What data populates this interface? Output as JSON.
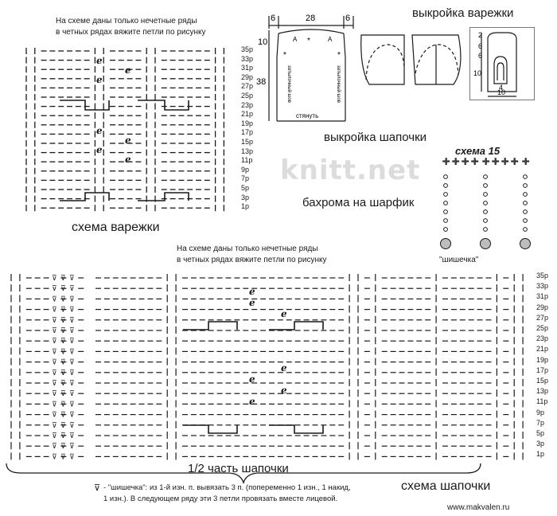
{
  "mitten_chart": {
    "note_line1": "На схеме даны только нечетные ряды",
    "note_line2": "в четных рядах вяжите петли по рисунку",
    "title": "схема варежки",
    "row_labels": [
      "35р",
      "33р",
      "31р",
      "29р",
      "27р",
      "25р",
      "23р",
      "21р",
      "19р",
      "17р",
      "15р",
      "13р",
      "11р",
      "9р",
      "7р",
      "5р",
      "3р",
      "1р"
    ]
  },
  "mitten_pattern": {
    "title": "выкройка варежки",
    "dims": {
      "top": "2",
      "a": "6",
      "b": "6",
      "c": "10",
      "thumb": "4",
      "width": "10"
    }
  },
  "hat_pattern": {
    "title": "выкройка шапочки",
    "dims": {
      "left": "6",
      "mid": "28",
      "right": "6",
      "top_h": "10",
      "height": "38"
    },
    "label_a": "А",
    "label_pull": "стянуть",
    "side_text": "затылочный шов"
  },
  "watermark": "knitt.net",
  "fringe": {
    "title": "бахрома на шарфик",
    "scheme_label": "схема 15",
    "bobble_label": "\"шишечка\""
  },
  "hat_chart": {
    "note_line1": "На схеме даны только нечетные ряды",
    "note_line2": "в четных рядах вяжите петли по рисунку",
    "half_label": "1/2 часть шапочки",
    "title": "схема шапочки",
    "row_labels": [
      "35р",
      "33р",
      "31р",
      "29р",
      "27р",
      "25р",
      "23р",
      "21р",
      "19р",
      "17р",
      "15р",
      "13р",
      "11р",
      "9р",
      "7р",
      "5р",
      "3р",
      "1р"
    ]
  },
  "legend": {
    "line1": "- \"шишечка\": из 1-й изн. п. вывязать 3 п. (попеременно 1 изн., 1 накид,",
    "line2": "1 изн.). В следующем ряду эти 3 петли провязать вместе лицевой."
  },
  "site_url": "www.makvalen.ru"
}
